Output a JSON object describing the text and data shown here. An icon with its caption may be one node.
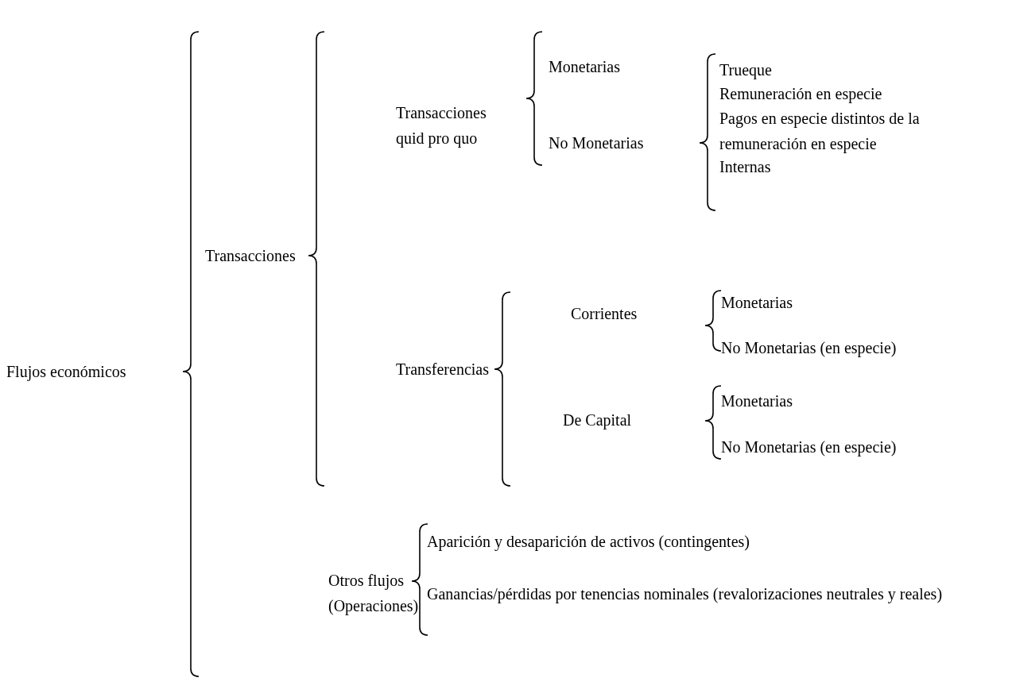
{
  "diagram": {
    "labels": [
      "Flujos económicos",
      "Transacciones",
      "Transacciones quid pro quo",
      "Monetarias",
      "No Monetarias",
      "Trueque",
      "Remuneración en especie",
      "Pagos en especie distintos de la remuneración en especie",
      "Internas",
      "Transferencias",
      "Corrientes",
      "Monetarias",
      "No Monetarias (en especie)",
      "De Capital",
      "Monetarias",
      "No Monetarias (en especie)",
      "Aparición y desaparición de activos (contingentes)",
      "Otros flujos (Operaciones)",
      "Ganancias/pérdidas por tenencias nominales (revalorizaciones neutrales y reales)"
    ]
  }
}
